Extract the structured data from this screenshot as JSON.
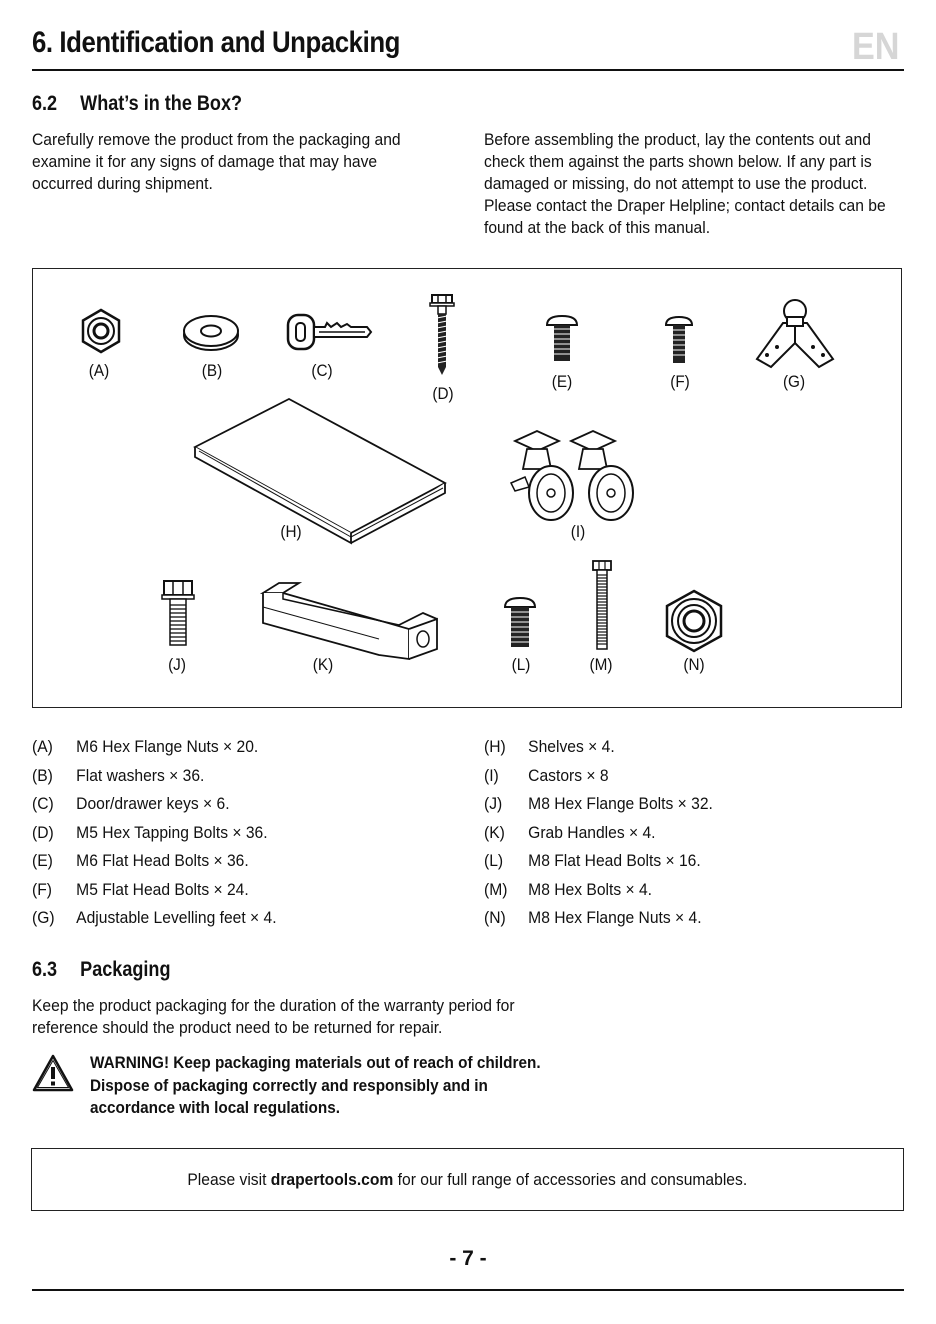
{
  "header": {
    "title": "6. Identification and Unpacking",
    "lang_badge": "EN"
  },
  "section_62": {
    "number": "6.2",
    "title": "What’s in the Box?",
    "left_text": "Carefully remove the product from the packaging and examine it for any signs of damage that may have occurred during shipment.",
    "right_text": "Before assembling the product, lay the contents out and check them against the parts shown below. If any part is damaged or missing, do not attempt to use the product. Please contact the Draper Helpline; contact details can be found at the back of this manual."
  },
  "parts_labels": {
    "A": "(A)",
    "B": "(B)",
    "C": "(C)",
    "D": "(D)",
    "E": "(E)",
    "F": "(F)",
    "G": "(G)",
    "H": "(H)",
    "I": "(I)",
    "J": "(J)",
    "K": "(K)",
    "L": "(L)",
    "M": "(M)",
    "N": "(N)"
  },
  "parts_list_left": [
    {
      "code": "(A)",
      "desc": "M6 Hex Flange Nuts × 20."
    },
    {
      "code": "(B)",
      "desc": "Flat washers × 36."
    },
    {
      "code": "(C)",
      "desc": "Door/drawer keys × 6."
    },
    {
      "code": "(D)",
      "desc": "M5 Hex Tapping Bolts × 36."
    },
    {
      "code": "(E)",
      "desc": "M6 Flat Head Bolts × 36."
    },
    {
      "code": "(F)",
      "desc": "M5 Flat Head Bolts × 24."
    },
    {
      "code": "(G)",
      "desc": "Adjustable Levelling feet × 4."
    }
  ],
  "parts_list_right": [
    {
      "code": "(H)",
      "desc": "Shelves × 4."
    },
    {
      "code": "(I)",
      "desc": "Castors × 8"
    },
    {
      "code": "(J)",
      "desc": "M8 Hex Flange Bolts × 32."
    },
    {
      "code": "(K)",
      "desc": "Grab Handles × 4."
    },
    {
      "code": "(L)",
      "desc": "M8 Flat Head Bolts × 16."
    },
    {
      "code": "(M)",
      "desc": "M8 Hex Bolts × 4."
    },
    {
      "code": "(N)",
      "desc": "M8 Hex Flange Nuts × 4."
    }
  ],
  "section_63": {
    "number": "6.3",
    "title": "Packaging",
    "text": "Keep the product packaging for the duration of the warranty period for reference should the product need to be returned for repair.",
    "warning_lines": [
      "WARNING! Keep packaging materials out of  reach of children.",
      "Dispose of packaging correctly and responsibly and in",
      "accordance with local regulations."
    ],
    "warning_icon": "warning-triangle-icon"
  },
  "footer": {
    "visit_prefix": "Please visit ",
    "visit_link": "drapertools.com",
    "visit_suffix": " for our full range of accessories and consumables.",
    "page_number": "- 7 -"
  }
}
